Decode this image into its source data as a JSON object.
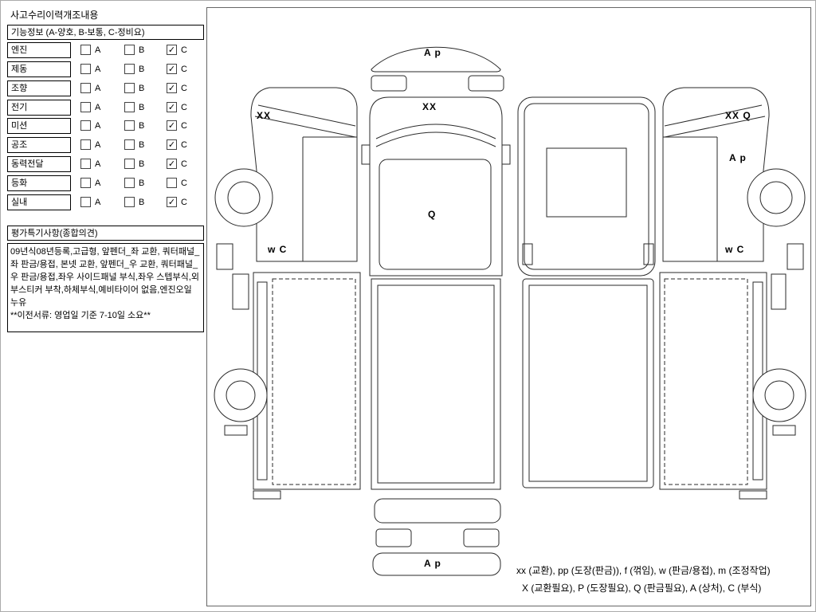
{
  "header": {
    "title": "사고수리이력개조내용"
  },
  "function_info": {
    "header": "기능정보 (A-양호, B-보통, C-정비요)",
    "option_labels": [
      "A",
      "B",
      "C"
    ],
    "rows": [
      {
        "label": "엔진",
        "marks": [
          "",
          "",
          "✓"
        ]
      },
      {
        "label": "제동",
        "marks": [
          "",
          "",
          "✓"
        ]
      },
      {
        "label": "조향",
        "marks": [
          "",
          "",
          "✓"
        ]
      },
      {
        "label": "전기",
        "marks": [
          "",
          "",
          "✓"
        ]
      },
      {
        "label": "미션",
        "marks": [
          "",
          "",
          "✓"
        ]
      },
      {
        "label": "공조",
        "marks": [
          "",
          "",
          "✓"
        ]
      },
      {
        "label": "동력전달",
        "marks": [
          "",
          "",
          "✓"
        ]
      },
      {
        "label": "등화",
        "marks": [
          "",
          "",
          ""
        ]
      },
      {
        "label": "실내",
        "marks": [
          "",
          "",
          "✓"
        ]
      }
    ]
  },
  "evaluation": {
    "header": "평가특기사항(종합의견)",
    "text": "09년식08년등록,고급형, 앞펜더_좌 교환, 쿼터패널_좌 판금/용접, 본넷 교환, 앞펜더_우 교환, 쿼터패널_우 판금/용접,좌우 사이드패널 부식,좌우 스텝부식,외부스티커 부착,하체부식,예비타이어 없음,엔진오일 누유\n**이전서류: 영업일 기준 7-10일 소요**"
  },
  "diagram": {
    "annotations": {
      "front_glass": "A p",
      "left_cab": "XX",
      "top_cab": "XX",
      "right_cab": "XX Q",
      "right_fender": "A p",
      "roof": "Q",
      "left_side_panel": "w C",
      "right_side_panel": "w C",
      "rear": "A p"
    },
    "legend": {
      "line1": "xx (교환), pp (도장(판금)), f (꺾임), w (판금/용접), m (조정작업)",
      "line2": "X (교환필요), P (도장필요), Q (판금필요), A (상처), C (부식)"
    }
  }
}
